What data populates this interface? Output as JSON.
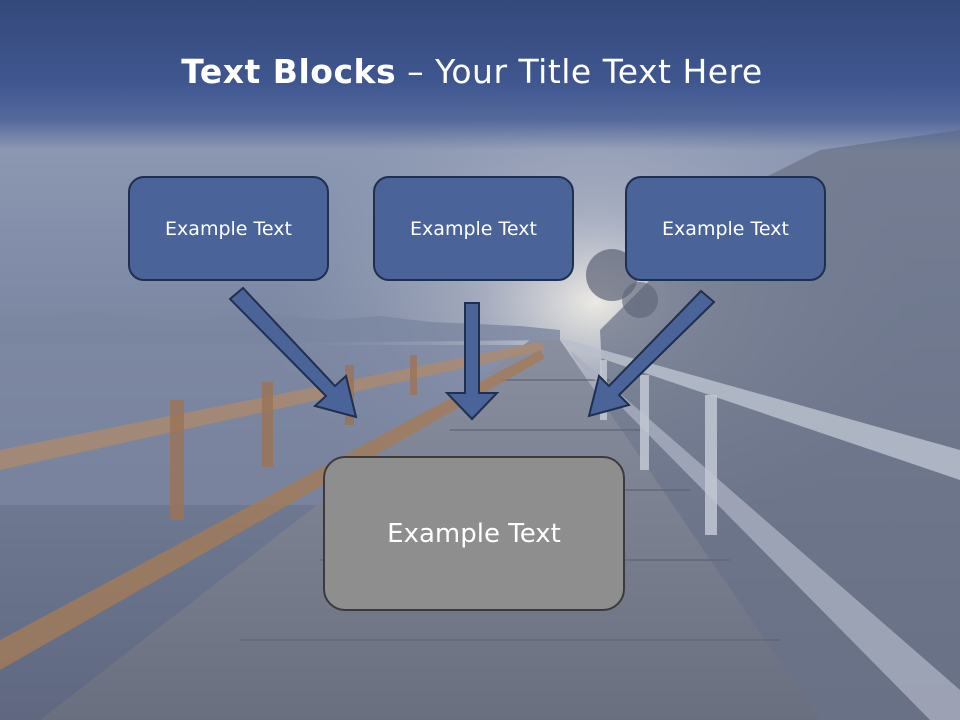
{
  "slide": {
    "title_bold": "Text Blocks",
    "title_dash": " – ",
    "title_rest": "Your Title Text Here",
    "boxes": [
      {
        "label": "Example Text"
      },
      {
        "label": "Example Text"
      },
      {
        "label": "Example Text"
      }
    ],
    "main_box": {
      "label": "Example Text"
    },
    "colors": {
      "header": "#3f5690",
      "box_fill": "#4a6399",
      "box_border": "#1f2f4f",
      "main_box_fill": "#8e8e8e",
      "arrow_fill": "#4a6399"
    },
    "background_image": "boardwalk-sunset-photo"
  }
}
